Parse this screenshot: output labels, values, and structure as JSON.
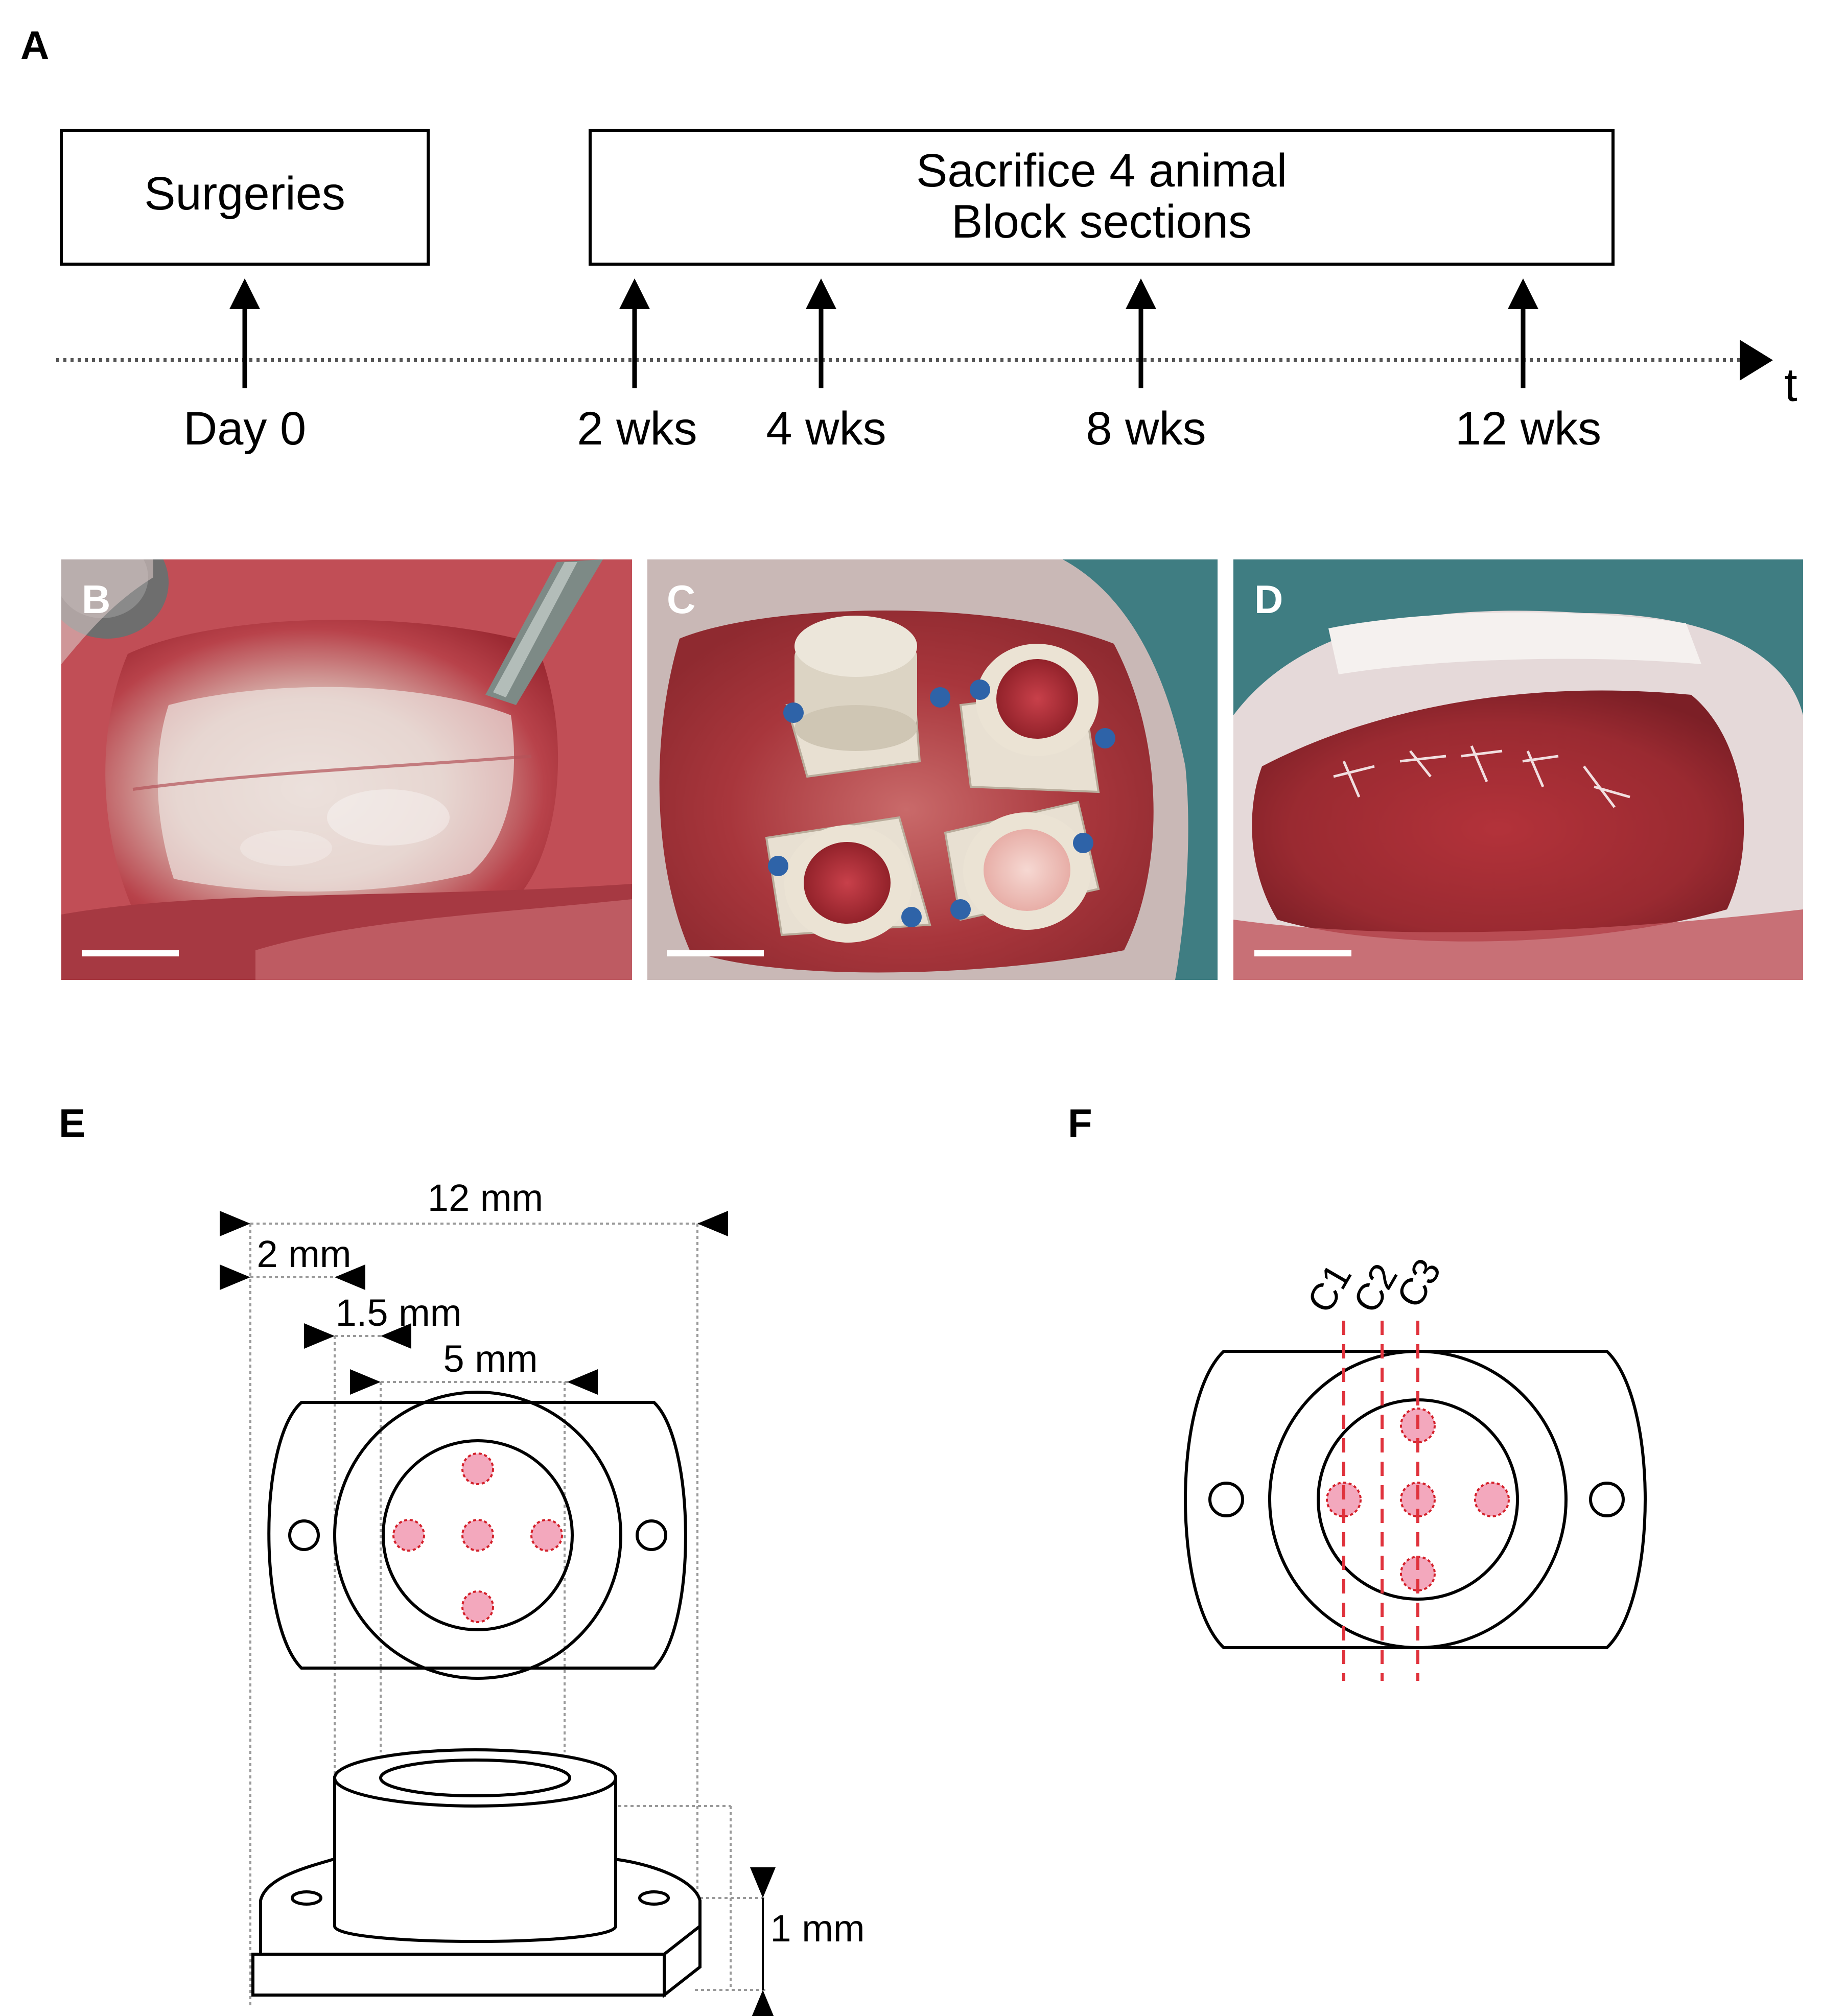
{
  "panels": {
    "A": {
      "letter": "A",
      "box_left": "Surgeries",
      "box_right_line1": "Sacrifice 4 animal",
      "box_right_line2": "Block sections",
      "axis_label": "t",
      "timepoints": [
        "Day 0",
        "2 wks",
        "4 wks",
        "8 wks",
        "12 wks"
      ]
    },
    "B": {
      "letter": "B"
    },
    "C": {
      "letter": "C"
    },
    "D": {
      "letter": "D"
    },
    "E": {
      "letter": "E",
      "dim_12mm": "12 mm",
      "dim_2mm": "2 mm",
      "dim_1_5mm": "1.5 mm",
      "dim_5mm": "5 mm",
      "dim_1mm": "1 mm"
    },
    "F": {
      "letter": "F",
      "cuts": [
        "C1",
        "C2",
        "C3"
      ]
    }
  },
  "colors": {
    "photo_tissue": "#b8424a",
    "photo_drape": "#3f7d82",
    "photo_implant": "#e8e0d2",
    "sample_fill": "#f3a8bd",
    "sample_stroke": "#d4202a",
    "cut_line": "#e0323c"
  }
}
